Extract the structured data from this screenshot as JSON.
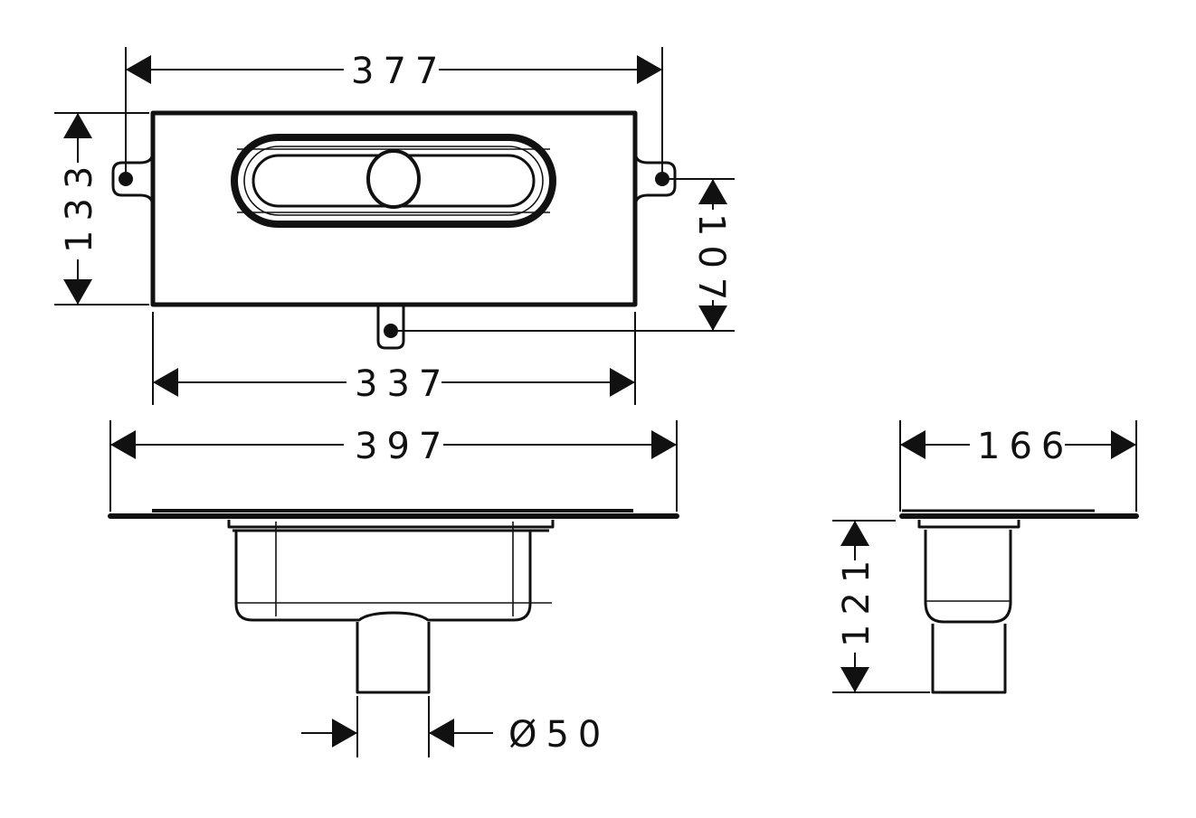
{
  "drawing": {
    "title": "",
    "colors": {
      "line": "#111111",
      "background": "#ffffff"
    },
    "top_view": {
      "dim_overall_lug_width": "377",
      "dim_body_width": "337",
      "dim_height": "133",
      "dim_lug_offset": "107"
    },
    "front_view": {
      "dim_flange_width": "397",
      "dim_outlet_diameter": "Ø50"
    },
    "side_view": {
      "dim_flange_depth": "166",
      "dim_height": "121"
    }
  }
}
